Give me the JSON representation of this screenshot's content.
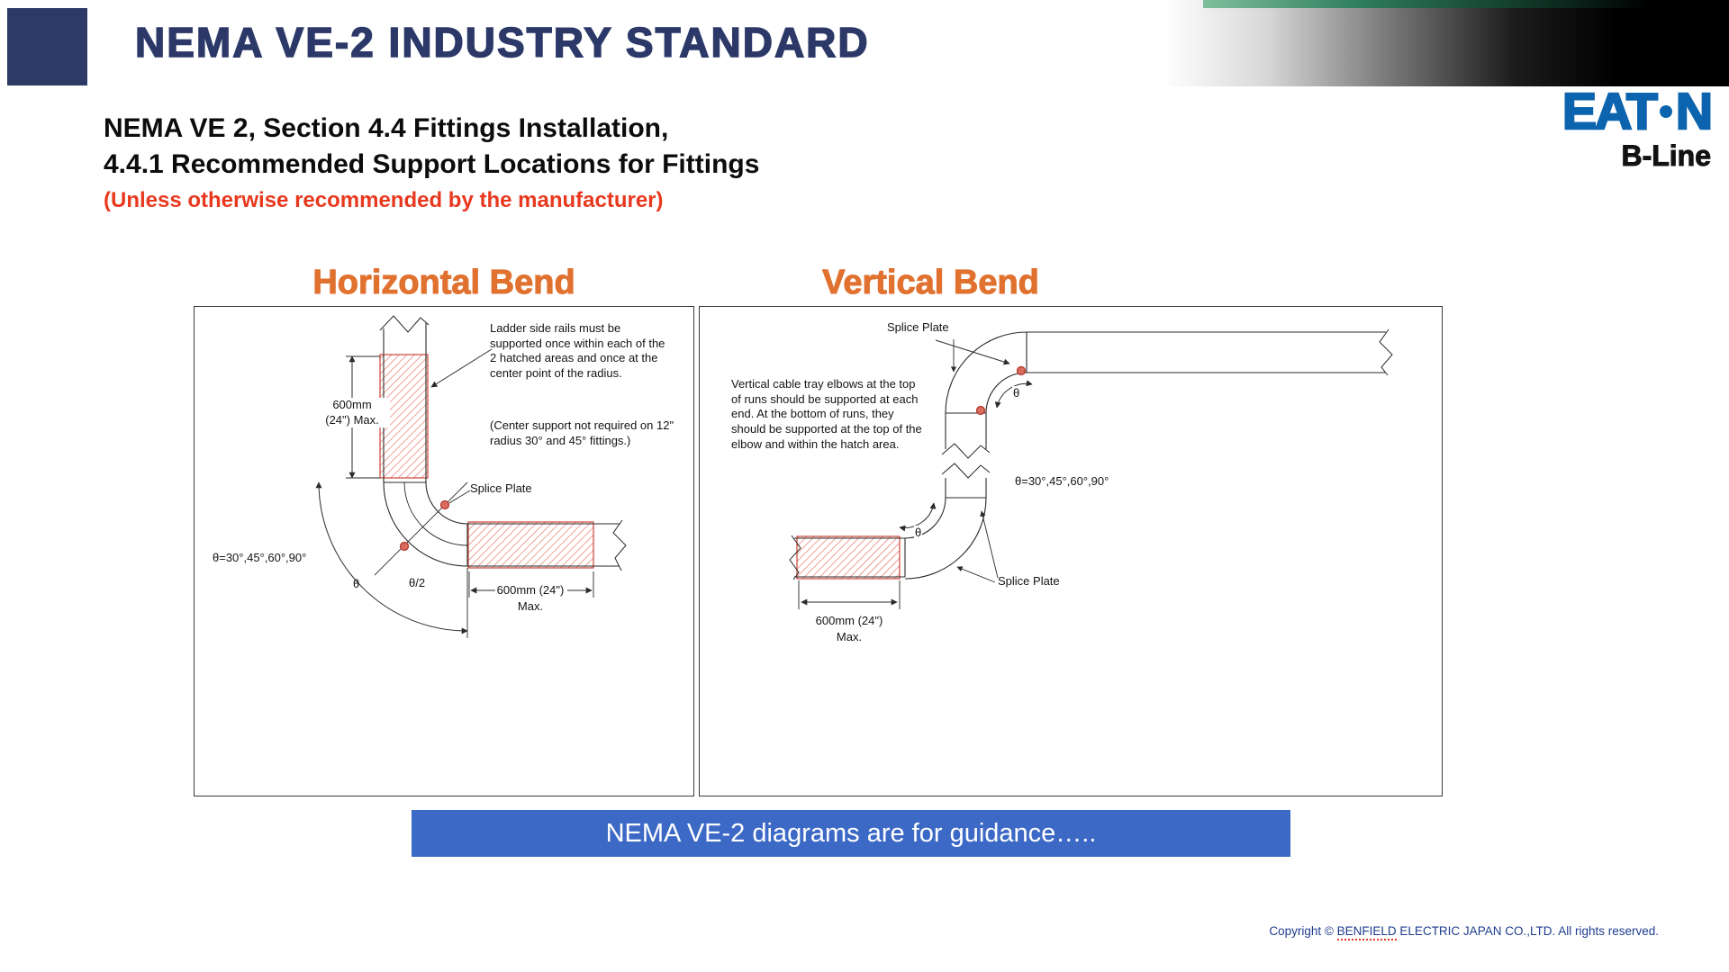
{
  "header": {
    "title": "NEMA VE-2 INDUSTRY STANDARD"
  },
  "logo": {
    "wordmark_left": "EAT",
    "wordmark_right": "N",
    "subbrand": "B-Line"
  },
  "intro": {
    "line1": "NEMA VE 2, Section 4.4 Fittings Installation,",
    "line2": "4.4.1 Recommended Support Locations for Fittings",
    "note": "(Unless otherwise recommended by the manufacturer)"
  },
  "left_panel": {
    "title": "Horizontal Bend",
    "ladder_note": "Ladder side rails must be supported once within each of the 2 hatched areas and once at the center point of the radius.",
    "center_note": "(Center support not required on 12\" radius 30° and 45° fittings.)",
    "splice_plate": "Splice Plate",
    "dim_vertical_line1": "600mm",
    "dim_vertical_line2": "(24\") Max.",
    "dim_horizontal_line1": "600mm (24\")",
    "dim_horizontal_line2": "Max.",
    "theta_values": "θ=30°,45°,60°,90°",
    "theta": "θ",
    "theta_half": "θ/2"
  },
  "right_panel": {
    "title": "Vertical Bend",
    "note": "Vertical cable tray elbows at the top of runs should be supported at each end. At the bottom of runs, they should be supported at the top of the elbow and within the hatch area.",
    "splice_plate_top": "Splice Plate",
    "splice_plate_bottom": "Splice Plate",
    "theta_values": "θ=30°,45°,60°,90°",
    "theta_top": "θ",
    "theta_bottom": "θ",
    "dim_line1": "600mm (24\")",
    "dim_line2": "Max."
  },
  "banner": {
    "text": "NEMA VE-2 diagrams are for guidance….."
  },
  "footer": {
    "copyright_prefix": "Copyright © ",
    "copyright_highlight": "BENFIELD",
    "copyright_suffix": " ELECTRIC JAPAN CO.,LTD. All rights reserved."
  },
  "colors": {
    "navy": "#2c3968",
    "section_orange": "#e0712f",
    "alert_red": "#e8391f",
    "banner_blue": "#3c69c6",
    "hatch_red": "#cc4437",
    "eaton_blue": "#0d64ae"
  }
}
